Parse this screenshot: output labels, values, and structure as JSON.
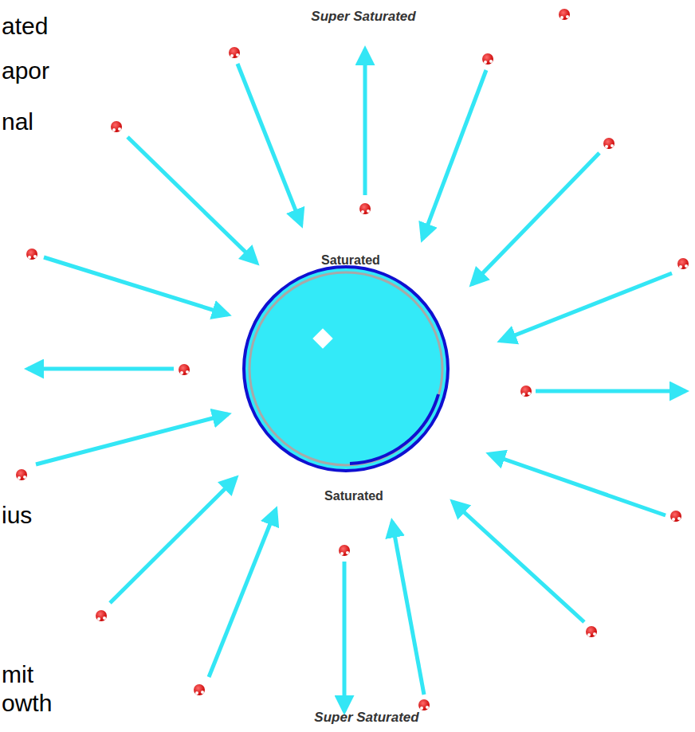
{
  "diagram": {
    "labels": [
      "ated",
      "apor",
      "nal",
      "ius",
      "mit",
      "owth",
      "Super Saturated",
      "Saturated",
      "Saturated",
      "Super Saturated"
    ]
  }
}
